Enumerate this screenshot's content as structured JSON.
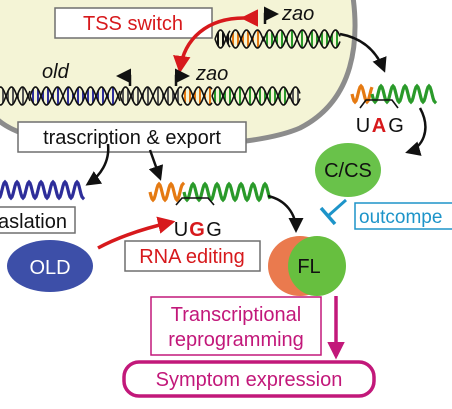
{
  "labels": {
    "tss_switch": "TSS switch",
    "zao_top": "zao",
    "old": "old",
    "zao_mid": "zao",
    "transcription_export": "trascription & export",
    "translation": "aslation",
    "uag_u": "U",
    "uag_a": "A",
    "uag_g": "G",
    "ugg_u": "U",
    "ugg_g1": "G",
    "ugg_g2": "G",
    "rna_editing": "RNA editing",
    "ccs": "C/CS",
    "outcompete": "outcompe",
    "old_protein": "OLD",
    "fl": "FL",
    "transcriptional_line1": "Transcriptional",
    "transcriptional_line2": "reprogramming",
    "symptom_expression": "Symptom expression"
  },
  "colors": {
    "nucleus_fill": "#f4f4d6",
    "nucleus_border": "#8c8c8c",
    "red_accent": "#d7191c",
    "magenta": "#c2187a",
    "blue_inhibit": "#1d94c9",
    "dna_blue": "#2e2e9a",
    "dna_orange": "#e57a12",
    "dna_green": "#2a9a2a",
    "old_protein": "#3d4fa8",
    "ccs_green": "#69c24a",
    "fl_orange": "#ea7a4e",
    "fl_green": "#67bf3f",
    "label_box_border": "#6f6f6f"
  }
}
